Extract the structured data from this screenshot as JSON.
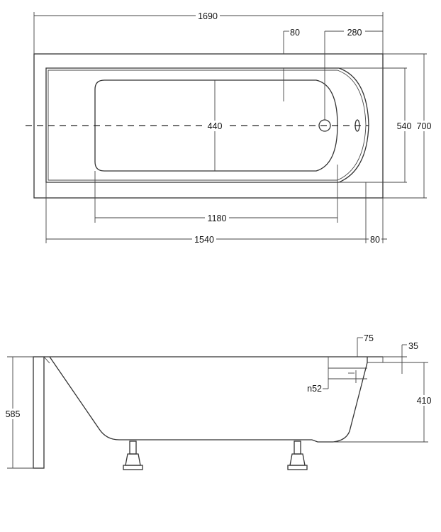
{
  "top_view": {
    "dim_overall_length": "1690",
    "dim_drain_offset": "80",
    "dim_drain_to_end": "280",
    "dim_inner_width": "440",
    "dim_interior_width": "540",
    "dim_overall_width": "700",
    "dim_bottom_length": "1180",
    "dim_interior_length": "1540",
    "dim_rim_end": "80"
  },
  "side_view": {
    "dim_rim_step": "75",
    "dim_rim_thickness": "35",
    "dim_overflow": "n52",
    "dim_total_height": "585",
    "dim_tub_depth": "410"
  },
  "colors": {
    "line": "#333333",
    "background": "#ffffff"
  }
}
